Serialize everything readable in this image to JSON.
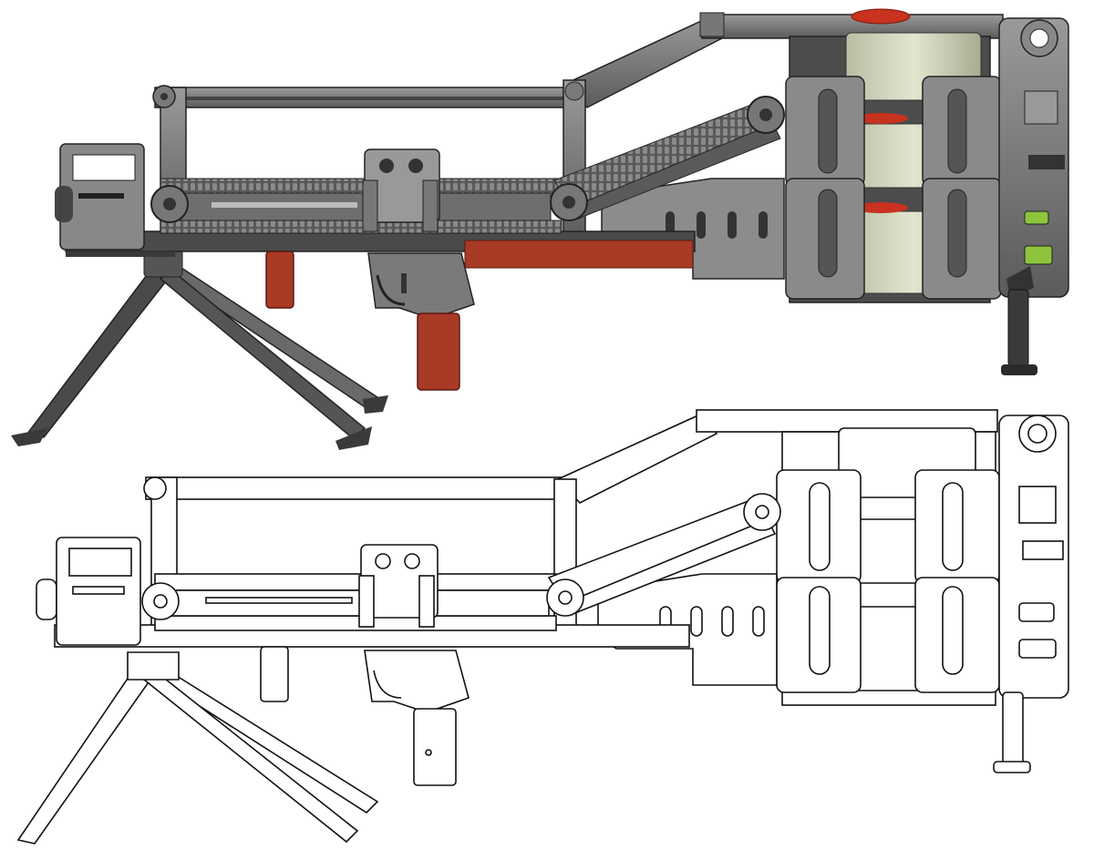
{
  "views": [
    {
      "id": "render",
      "style": "shaded color render"
    },
    {
      "id": "lineart",
      "style": "black outline line art"
    }
  ],
  "palette": {
    "steel": "#6e6e6e",
    "steel_light": "#8f8f8f",
    "steel_dark": "#3f3f3f",
    "wood": "#a83a26",
    "drum": "#d8dcc6",
    "accent_red": "#c8321f",
    "accent_green": "#8ec43d",
    "outline": "#111111",
    "background": "#ffffff"
  },
  "components": [
    "front-sight",
    "muzzle",
    "barrel",
    "top-frame",
    "belt-feed",
    "feed-sprockets",
    "rear-sight",
    "foregrip",
    "trigger-group",
    "pistol-grip",
    "bipod",
    "ammo-drums",
    "drum-housing",
    "receiver-end",
    "rear-monopod"
  ]
}
